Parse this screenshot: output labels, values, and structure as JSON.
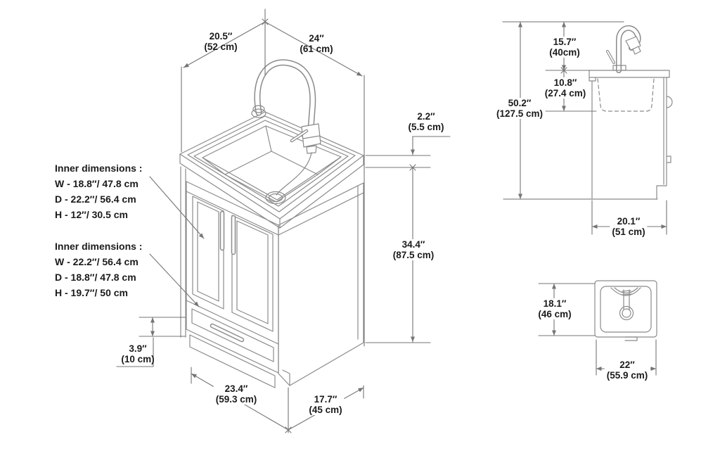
{
  "figure": {
    "type": "dimension-diagram",
    "subject": "utility sink cabinet with pull-down faucet"
  },
  "colors": {
    "background": "#ffffff",
    "drawing_line": "#8b8b8b",
    "dimension_line": "#757575",
    "text": "#1b1b1b"
  },
  "iso_view": {
    "dims": {
      "top_width": {
        "in": "20.5″",
        "cm": "(52 cm)"
      },
      "top_depth": {
        "in": "24″",
        "cm": "(61 cm)"
      },
      "rim_thickness": {
        "in": "2.2″",
        "cm": "(5.5 cm)"
      },
      "cabinet_height": {
        "in": "34.4″",
        "cm": "(87.5 cm)"
      },
      "toe_kick": {
        "in": "3.9″",
        "cm": "(10 cm)"
      },
      "bottom_width": {
        "in": "23.4″",
        "cm": "(59.3 cm)"
      },
      "bottom_depth": {
        "in": "17.7″",
        "cm": "(45 cm)"
      }
    },
    "inner_dimensions_sink": {
      "heading": "Inner dimensions :",
      "lines": [
        "W - 18.8″/ 47.8 cm",
        "D - 22.2″/ 56.4 cm",
        "H - 12″/ 30.5 cm"
      ]
    },
    "inner_dimensions_cabinet": {
      "heading": "Inner dimensions :",
      "lines": [
        "W - 22.2″/ 56.4 cm",
        "D - 18.8″/ 47.8 cm",
        "H - 19.7″/ 50 cm"
      ]
    }
  },
  "side_view": {
    "dims": {
      "faucet_height": {
        "in": "15.7″",
        "cm": "(40cm)"
      },
      "basin_depth": {
        "in": "10.8″",
        "cm": "(27.4 cm)"
      },
      "overall_height": {
        "in": "50.2″",
        "cm": "(127.5 cm)"
      },
      "cabinet_depth": {
        "in": "20.1″",
        "cm": "(51 cm)"
      }
    }
  },
  "top_view": {
    "dims": {
      "depth": {
        "in": "18.1″",
        "cm": "(46 cm)"
      },
      "width": {
        "in": "22″",
        "cm": "(55.9 cm)"
      }
    }
  }
}
